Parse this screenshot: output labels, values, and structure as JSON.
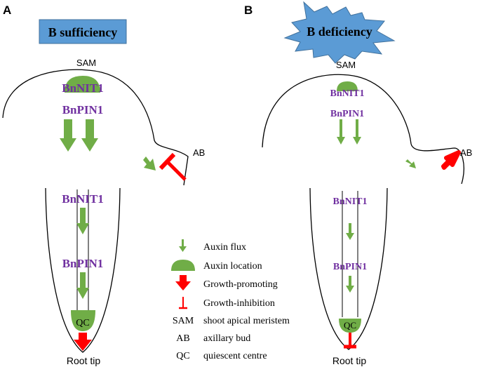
{
  "panels": {
    "a": {
      "letter": "A",
      "condition": "B sufficiency",
      "sam_label": "SAM",
      "ab_label": "AB",
      "shoot_gene_1": "BnNIT1",
      "shoot_gene_2": "BnPIN1",
      "root_gene_1": "BnNIT1",
      "root_gene_2": "BnPIN1",
      "qc_label": "QC",
      "root_tip_label": "Root tip"
    },
    "b": {
      "letter": "B",
      "condition": "B deficiency",
      "sam_label": "SAM",
      "ab_label": "AB",
      "shoot_gene_1": "BnNIT1",
      "shoot_gene_2": "BnPIN1",
      "root_gene_1": "BnNIT1",
      "root_gene_2": "BnPIN1",
      "qc_label": "QC",
      "root_tip_label": "Root tip"
    }
  },
  "legend": {
    "auxin_flux": "Auxin flux",
    "auxin_location": "Auxin location",
    "growth_promoting": "Growth-promoting",
    "growth_inhibition": "Growth-inhibition",
    "sam_abbr": "SAM",
    "sam_text": "shoot apical meristem",
    "ab_abbr": "AB",
    "ab_text": "axillary bud",
    "qc_abbr": "QC",
    "qc_text": "quiescent centre"
  },
  "colors": {
    "auxin_green": "#70ad47",
    "growth_red": "#ff0000",
    "gene_purple": "#7030a0",
    "sufficiency_box": "#5b9bd5",
    "deficiency_burst": "#5b9bd5"
  }
}
